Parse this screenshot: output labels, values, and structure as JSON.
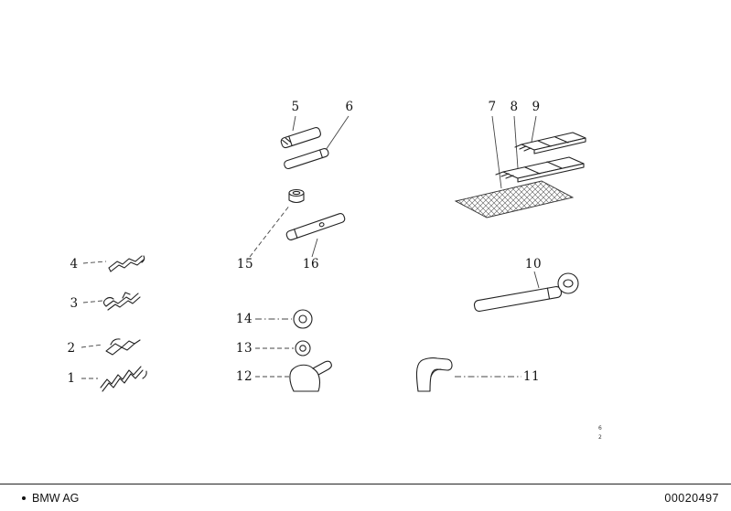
{
  "callouts": {
    "c1": "1",
    "c2": "2",
    "c3": "3",
    "c4": "4",
    "c5": "5",
    "c6": "6",
    "c7": "7",
    "c8": "8",
    "c9": "9",
    "c10": "10",
    "c11": "11",
    "c12": "12",
    "c13": "13",
    "c14": "14",
    "c15": "15",
    "c16": "16"
  },
  "side_notes": {
    "line1": "6",
    "line2": "2"
  },
  "footer": {
    "brand": "BMW AG",
    "part_number": "00020497"
  },
  "colors": {
    "line": "#222222",
    "background": "#ffffff"
  }
}
